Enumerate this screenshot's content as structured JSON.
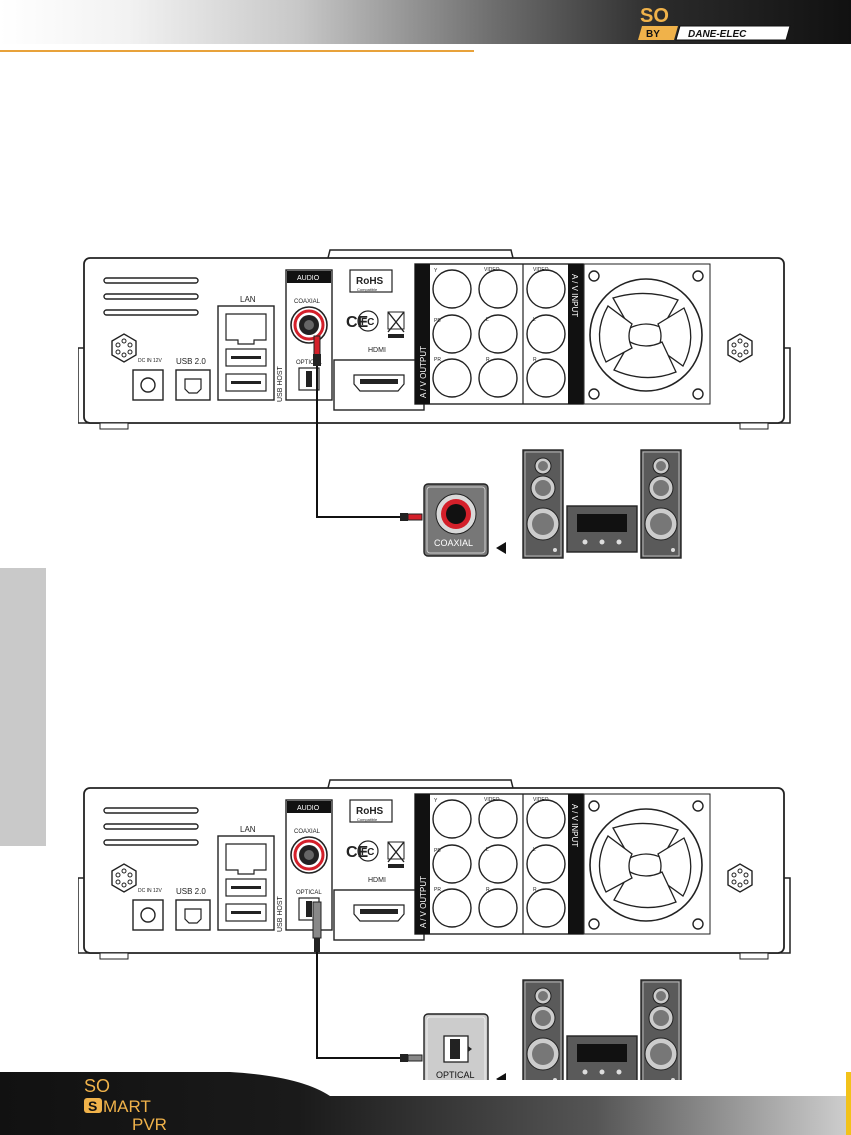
{
  "brand": {
    "top_logo_so": "SO",
    "top_logo_by": "BY",
    "top_logo_maker": "DANE-ELEC",
    "bottom_logo_so": "SO",
    "bottom_logo_smart": "MART",
    "bottom_logo_s": "S",
    "bottom_logo_pvr": "PVR"
  },
  "panel": {
    "dc_in": "DC IN 12V",
    "usb2": "USB 2.0",
    "lan": "LAN",
    "usb_host": "USB HOST",
    "audio": "AUDIO",
    "coaxial": "COAXIAL",
    "optical": "OPTICAL",
    "hdmi": "HDMI",
    "rohs": "RoHS",
    "rohs_sub": "Compatible",
    "ce": "CE",
    "fc": "FC",
    "av_output": "A / V OUTPUT",
    "av_input": "A / V INPUT",
    "y": "Y",
    "pb": "PB",
    "pr": "PR",
    "video": "VIDEO",
    "video2": "VIDEO",
    "l": "L",
    "l2": "L",
    "r": "R",
    "r2": "R"
  },
  "diagrams": {
    "coaxial_label": "COAXIAL",
    "optical_label": "OPTICAL"
  },
  "colors": {
    "accent_orange": "#e8a23a",
    "coax_red": "#d4202a",
    "dark": "#1a1a1a"
  }
}
